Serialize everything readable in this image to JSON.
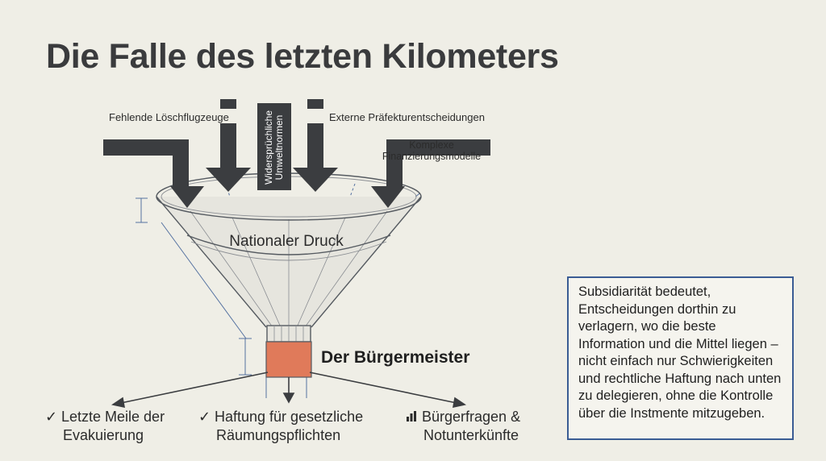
{
  "title": "Die Falle des letzten Kilometers",
  "inputs": [
    {
      "label": "Fehlende Löschflugzeuge"
    },
    {
      "label_lines": [
        "Widersprüchliche",
        "Umweltnormen"
      ]
    },
    {
      "label": "Externe Präfekturentscheidungen"
    },
    {
      "label_lines": [
        "Komplexe",
        "Finanzierungsmodelle"
      ]
    }
  ],
  "funnel": {
    "label": "Nationaler Druck"
  },
  "bottleneck": {
    "label": "Der Bürgermeister",
    "color": "#e07a5a"
  },
  "outcomes": [
    {
      "icon": "check-icon",
      "glyph": "✓",
      "lines": [
        "Letzte Meile der",
        "Evakuierung"
      ]
    },
    {
      "icon": "check-icon",
      "glyph": "✓",
      "lines": [
        "Haftung für gesetzliche",
        "Räumungspflichten"
      ]
    },
    {
      "icon": "bar-chart-icon",
      "glyph": "▮",
      "lines": [
        "Bürgerfragen &",
        "Notunterkünfte"
      ]
    }
  ],
  "note": {
    "text": "Subsidiarität bedeutet, Entscheidungen dorthin zu verlagern, wo die beste Information und die Mittel liegen – nicht einfach nur Schwierigkeiten und rechtliche Haftung nach unten zu delegieren, ohne die Kontrolle über die Instmente mitzugeben."
  },
  "colors": {
    "arrow": "#3b3d40",
    "blueprint": "#3a5c94",
    "background": "#efeee6"
  }
}
